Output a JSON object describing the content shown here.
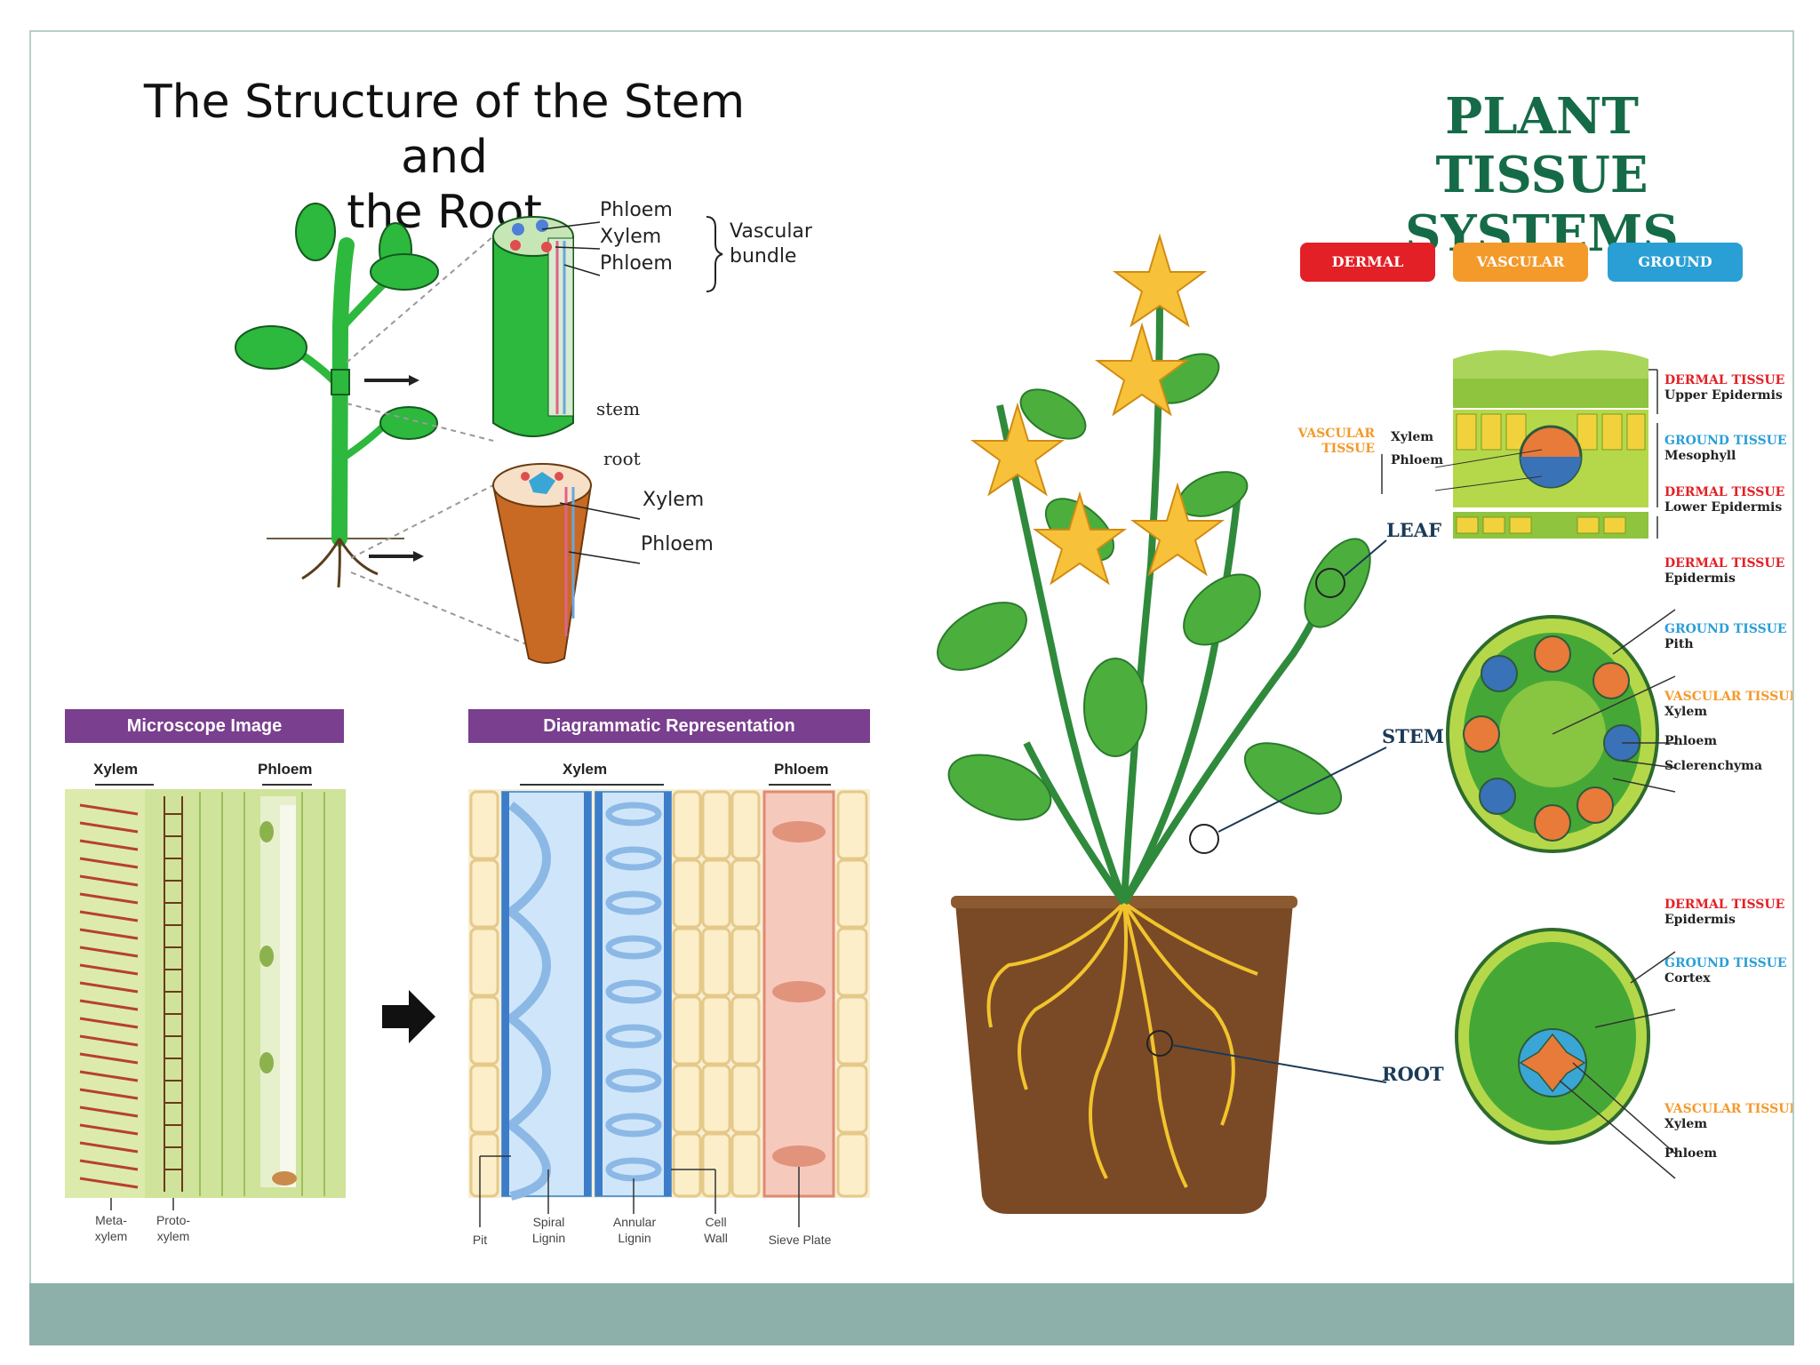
{
  "left_title": {
    "line1": "The Structure of the Stem and",
    "line2": "the Root"
  },
  "stem_root_diagram": {
    "phloem_top": "Phloem",
    "xylem_top": "Xylem",
    "phloem_bottom": "Phloem",
    "bundle_line1": "Vascular",
    "bundle_line2": "bundle",
    "stem": "stem",
    "root": "root",
    "root_xylem": "Xylem",
    "root_phloem": "Phloem"
  },
  "microscope": {
    "header": "Microscope Image",
    "xylem": "Xylem",
    "phloem": "Phloem",
    "meta_1": "Meta-",
    "meta_2": "xylem",
    "proto_1": "Proto-",
    "proto_2": "xylem"
  },
  "diagrammatic": {
    "header": "Diagrammatic Representation",
    "xylem": "Xylem",
    "phloem": "Phloem",
    "pit": "Pit",
    "spiral_1": "Spiral",
    "spiral_2": "Lignin",
    "annular_1": "Annular",
    "annular_2": "Lignin",
    "cell_1": "Cell",
    "cell_2": "Wall",
    "sieve": "Sieve Plate"
  },
  "right_title": {
    "line1": "PLANT",
    "line2": "TISSUE SYSTEMS"
  },
  "legend": {
    "dermal": "DERMAL TISSUE",
    "vascular": "VASCULAR TISSUE",
    "ground": "GROUND TISSUE"
  },
  "organs": {
    "leaf": "LEAF",
    "stem": "STEM",
    "root": "ROOT"
  },
  "leaf_labels": {
    "dermal_upper_1": "DERMAL TISSUE",
    "dermal_upper_2": "Upper Epidermis",
    "ground_1": "GROUND TISSUE",
    "ground_2": "Mesophyll",
    "dermal_lower_1": "DERMAL TISSUE",
    "dermal_lower_2": "Lower Epidermis",
    "vascular_1": "VASCULAR",
    "vascular_2": "TISSUE",
    "xylem": "Xylem",
    "phloem": "Phloem"
  },
  "stem_labels": {
    "dermal_1": "DERMAL TISSUE",
    "dermal_2": "Epidermis",
    "ground_1": "GROUND TISSUE",
    "ground_2": "Pith",
    "vascular_1": "VASCULAR TISSUE",
    "xylem": "Xylem",
    "phloem": "Phloem",
    "scler": "Sclerenchyma"
  },
  "root_labels": {
    "dermal_1": "DERMAL TISSUE",
    "dermal_2": "Epidermis",
    "ground_1": "GROUND TISSUE",
    "ground_2": "Cortex",
    "vascular_1": "VASCULAR TISSUE",
    "xylem": "Xylem",
    "phloem": "Phloem"
  },
  "colors": {
    "dermal": "#e32026",
    "vascular": "#f39a2b",
    "ground": "#2a9fd6",
    "title_green": "#156b47",
    "header_purple": "#7a3f8e",
    "footer": "#8eb0ab"
  }
}
